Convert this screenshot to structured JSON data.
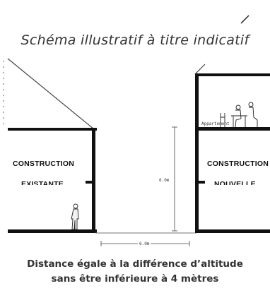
{
  "caption_top": "Schéma illustratif à titre indicatif",
  "left_building": {
    "line1": "CONSTRUCTION",
    "line2": "EXISTANTE"
  },
  "right_building": {
    "line1": "CONSTRUCTION",
    "line2": "NOUVELLE",
    "room_label": "Appartement"
  },
  "height_dimension": "6.0m",
  "width_dimension": "6.0m",
  "caption_bottom_line1": "Distance égale à la différence d’altitude",
  "caption_bottom_line2": "sans être inférieure à 4 mètres",
  "colors": {
    "structure": "#111111",
    "text": "#333333",
    "background": "#ffffff"
  }
}
